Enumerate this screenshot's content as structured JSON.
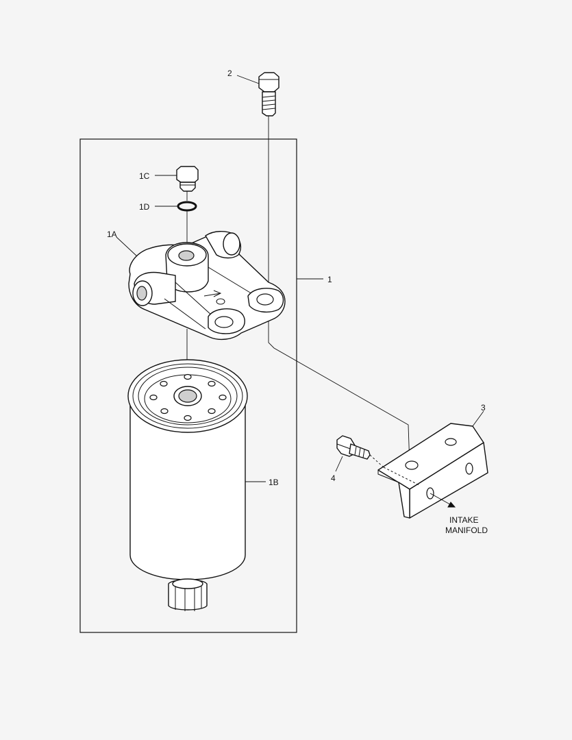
{
  "labels": {
    "part_1": "1",
    "part_1a": "1A",
    "part_1b": "1B",
    "part_1c": "1C",
    "part_1d": "1D",
    "part_2": "2",
    "part_3": "3",
    "part_4": "4",
    "intake_line1": "INTAKE",
    "intake_line2": "MANIFOLD"
  }
}
